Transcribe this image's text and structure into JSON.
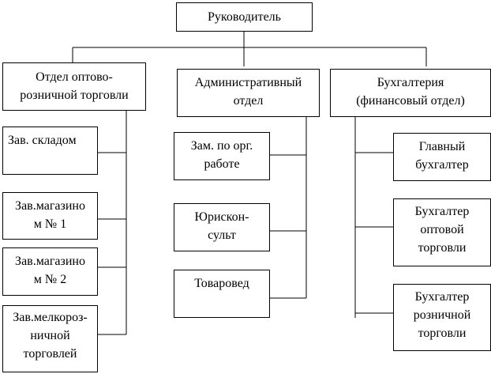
{
  "root": "Руководитель",
  "departments": [
    {
      "title": [
        "Отдел оптово-",
        "розничной торговли"
      ],
      "children": [
        [
          "Зав. складом"
        ],
        [
          "Зав.магазино",
          "м № 1"
        ],
        [
          "Зав.магазино",
          "м № 2"
        ],
        [
          "Зав.мелкороз-",
          "ничной",
          "торговлей"
        ]
      ]
    },
    {
      "title": [
        "Административный",
        "отдел"
      ],
      "children": [
        [
          "Зам. по орг.",
          "работе"
        ],
        [
          "Юрискон-",
          "сульт"
        ],
        [
          "Товаровед"
        ]
      ]
    },
    {
      "title": [
        "Бухгалтерия",
        "(финансовый отдел)"
      ],
      "children": [
        [
          "Главный",
          "бухгалтер"
        ],
        [
          "Бухгалтер",
          "оптовой",
          "торговли"
        ],
        [
          "Бухгалтер",
          "розничной",
          "торговли"
        ]
      ]
    }
  ]
}
